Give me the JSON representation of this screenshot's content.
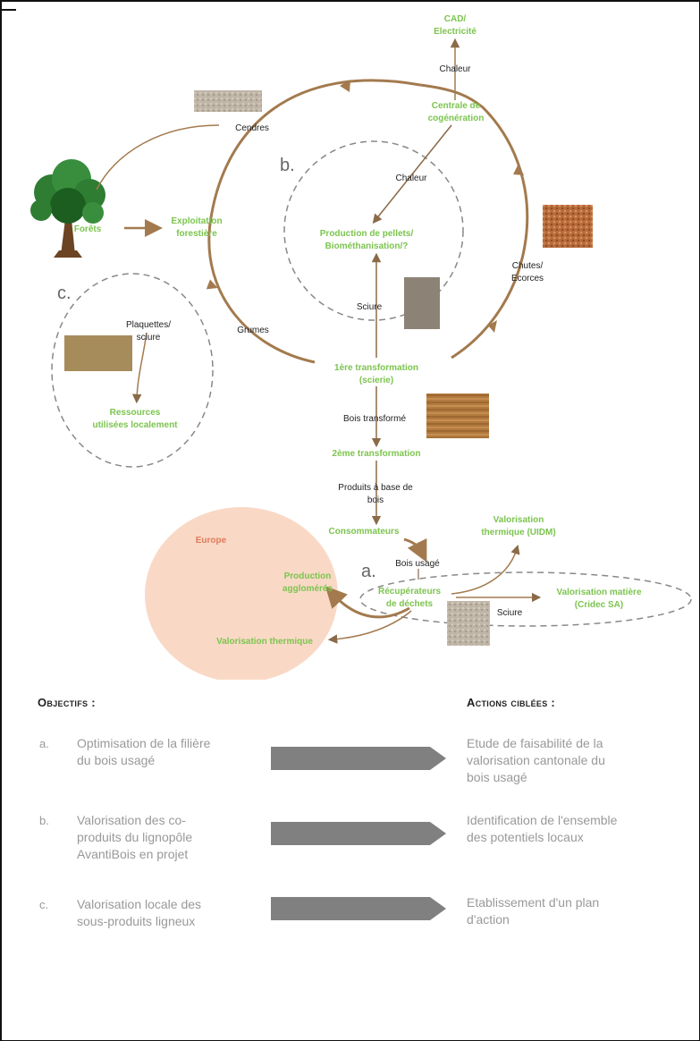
{
  "diagram": {
    "nodes": {
      "cad": "CAD/",
      "electricite": "Electricité",
      "chaleur_top": "Chaleur",
      "centrale_l1": "Centrale de",
      "centrale_l2": "cogénération",
      "cendres": "Cendres",
      "chaleur_mid": "Chaleur",
      "production_pellets_l1": "Production de pellets/",
      "production_pellets_l2": "Biométhanisation/?",
      "forets": "Forêts",
      "exploitation_l1": "Exploitation",
      "exploitation_l2": "forestière",
      "chutes_l1": "Chutes/",
      "chutes_l2": "Ecorces",
      "plaquettes_l1": "Plaquettes/",
      "plaquettes_l2": "sciure",
      "grumes": "Grumes",
      "sciure_mid": "Sciure",
      "transfo1_l1": "1ère transformation",
      "transfo1_l2": "(scierie)",
      "ressources_l1": "Ressources",
      "ressources_l2": "utilisées localement",
      "bois_transforme": "Bois transformé",
      "transfo2": "2ème transformation",
      "produits_l1": "Produits à base de",
      "produits_l2": "bois",
      "europe": "Europe",
      "consommateurs": "Consommateurs",
      "valo_thermique_uidm_l1": "Valorisation",
      "valo_thermique_uidm_l2": "thermique (UIDM)",
      "bois_usage": "Bois usagé",
      "production_agglo_l1": "Production",
      "production_agglo_l2": "agglomérés",
      "recuperateurs_l1": "Récupérateurs",
      "recuperateurs_l2": "de déchets",
      "valo_matiere_l1": "Valorisation matière",
      "valo_matiere_l2": "(Cridec SA)",
      "sciure_low": "Sciure",
      "valo_thermique": "Valorisation thermique"
    },
    "letters": {
      "a": "a.",
      "b": "b.",
      "c": "c."
    },
    "colors": {
      "green_label": "#7cc44e",
      "brown_arrow": "#a37a4e",
      "europe_fill": "#f9d9c6",
      "europe_label": "#e07b5a",
      "dashed": "#888888",
      "action_arrow": "#808080"
    }
  },
  "objectifs": {
    "heading": "Objectifs :",
    "actions_heading": "Actions ciblées :",
    "rows": [
      {
        "letter": "a.",
        "objective_l1": "Optimisation de la filière",
        "objective_l2": "du bois usagé",
        "objective_l3": "",
        "action_l1": "Etude de faisabilité de la",
        "action_l2": "valorisation cantonale du",
        "action_l3": "bois usagé"
      },
      {
        "letter": "b.",
        "objective_l1": "Valorisation des co-",
        "objective_l2": "produits du lignopôle",
        "objective_l3": "AvantiBois en projet",
        "action_l1": "Identification de l'ensemble",
        "action_l2": "des potentiels locaux",
        "action_l3": ""
      },
      {
        "letter": "c.",
        "objective_l1": "Valorisation locale des",
        "objective_l2": "sous-produits ligneux",
        "objective_l3": "",
        "action_l1": "Etablissement d'un plan",
        "action_l2": "d'action",
        "action_l3": ""
      }
    ]
  }
}
